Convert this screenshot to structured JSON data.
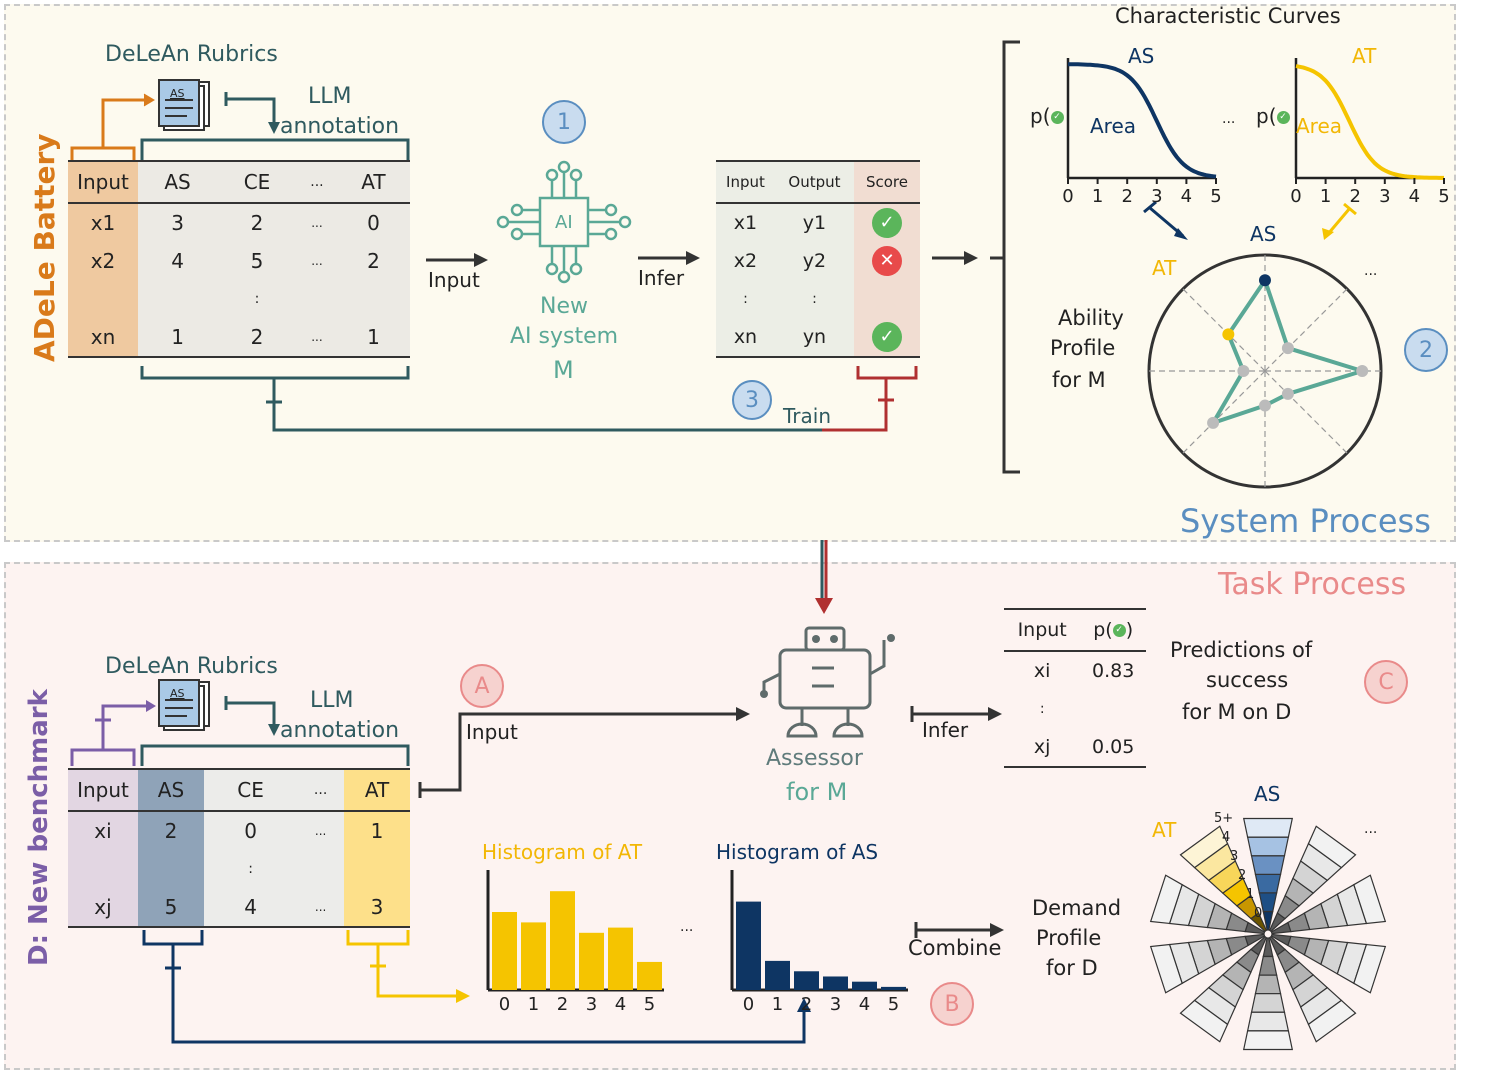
{
  "system_panel": {
    "side_label": "ADeLe Battery",
    "title": "System Process",
    "rubrics_label": "DeLeAn Rubrics",
    "llm_label": "LLM",
    "annotation_label": "annotation",
    "doc_icon_label": "AS",
    "battery_table": {
      "headers": [
        "Input",
        "AS",
        "CE",
        "...",
        "AT"
      ],
      "rows": [
        [
          "x1",
          "3",
          "2",
          "...",
          "0"
        ],
        [
          "x2",
          "4",
          "5",
          "...",
          "2"
        ],
        [
          "",
          "",
          ":",
          "",
          ""
        ],
        [
          "xn",
          "1",
          "2",
          "...",
          "1"
        ]
      ]
    },
    "input_arrow_label": "Input",
    "step1": "1",
    "ai_chip_label": "AI",
    "new_system": [
      "New",
      "AI system",
      "M"
    ],
    "infer_arrow_label": "Infer",
    "results_table": {
      "headers": [
        "Input",
        "Output",
        "Score"
      ],
      "rows": [
        [
          "x1",
          "y1",
          "check"
        ],
        [
          "x2",
          "y2",
          "cross"
        ],
        [
          ":",
          ":",
          ""
        ],
        [
          "xn",
          "yn",
          "check"
        ]
      ]
    },
    "step3": "3",
    "train_label": "Train",
    "curves_title": "Characteristic Curves",
    "curve_as_label": "AS",
    "curve_at_label": "AT",
    "p_label": "p(",
    "area_label": "Area",
    "curve_ellipsis": "...",
    "curve_ticks": [
      "0",
      "1",
      "2",
      "3",
      "4",
      "5"
    ],
    "radar_as_label": "AS",
    "radar_at_label": "AT",
    "radar_ellipsis": "...",
    "ability_profile": [
      "Ability",
      "Profile",
      "for M"
    ],
    "step2": "2"
  },
  "task_panel": {
    "side_label": "D: New benchmark",
    "title": "Task Process",
    "rubrics_label": "DeLeAn Rubrics",
    "llm_label": "LLM",
    "annotation_label": "annotation",
    "doc_icon_label": "AS",
    "stepA": "A",
    "stepB": "B",
    "stepC": "C",
    "bench_table": {
      "headers": [
        "Input",
        "AS",
        "CE",
        "...",
        "AT"
      ],
      "rows": [
        [
          "xi",
          "2",
          "0",
          "...",
          "1"
        ],
        [
          "",
          "",
          ":",
          "",
          ""
        ],
        [
          "xj",
          "5",
          "4",
          "...",
          "3"
        ]
      ]
    },
    "input_arrow_label": "Input",
    "assessor": [
      "Assessor",
      "for M"
    ],
    "infer_arrow_label": "Infer",
    "pred_table": {
      "headers": [
        "Input",
        "p("
      ],
      "rows": [
        [
          "xi",
          "0.83"
        ],
        [
          ":",
          ""
        ],
        [
          "xj",
          "0.05"
        ]
      ]
    },
    "predictions_text": [
      "Predictions of",
      "success",
      "for M on D"
    ],
    "hist_at_title": "Histogram of AT",
    "hist_as_title": "Histogram of AS",
    "hist_ellipsis": "...",
    "hist_ticks": [
      "0",
      "1",
      "2",
      "3",
      "4",
      "5"
    ],
    "combine_label": "Combine",
    "demand_profile": [
      "Demand",
      "Profile",
      "for D"
    ],
    "demand_as_label": "AS",
    "demand_at_label": "AT",
    "demand_ellipsis": "...",
    "demand_levels": [
      "5+",
      "4",
      "3",
      "2",
      "1",
      "0"
    ]
  },
  "chart_data": [
    {
      "type": "line",
      "series": [
        {
          "name": "AS",
          "shape": "sigmoid-decreasing",
          "midpoint": 3
        }
      ],
      "x": [
        0,
        1,
        2,
        3,
        4,
        5
      ],
      "xlim": [
        0,
        5
      ],
      "grid": false
    },
    {
      "type": "line",
      "series": [
        {
          "name": "AT",
          "shape": "sigmoid-decreasing",
          "midpoint": 1.8
        }
      ],
      "x": [
        0,
        1,
        2,
        3,
        4,
        5
      ],
      "xlim": [
        0,
        5
      ],
      "grid": false
    },
    {
      "type": "bar",
      "title": "Histogram of AT",
      "categories": [
        "0",
        "1",
        "2",
        "3",
        "4",
        "5"
      ],
      "values": [
        7.5,
        6.5,
        9.5,
        5.5,
        6,
        2.7
      ],
      "color": "#f5c400"
    },
    {
      "type": "bar",
      "title": "Histogram of AS",
      "categories": [
        "0",
        "1",
        "2",
        "3",
        "4",
        "5"
      ],
      "values": [
        8.5,
        2.8,
        1.8,
        1.3,
        0.8,
        0.3
      ],
      "color": "#0e3563"
    },
    {
      "type": "radar",
      "axes": [
        "AS",
        "",
        "",
        "",
        "",
        "",
        "",
        "AT"
      ],
      "values": [
        4.2,
        1.5,
        4.5,
        1.5,
        1.6,
        3.4,
        1.0,
        2.4
      ],
      "rmax": 5
    }
  ],
  "colors": {
    "teal": "#2f5a5f",
    "mint": "#5aa896",
    "navy": "#0e3563",
    "gold": "#f5c400",
    "orange": "#d97a1a",
    "purple": "#7b5ea7",
    "red": "#b03030",
    "blue_badge": "#5a8ec0",
    "pink_badge": "#e98a8a",
    "check": "#5bb55b",
    "cross": "#e84a4a"
  }
}
